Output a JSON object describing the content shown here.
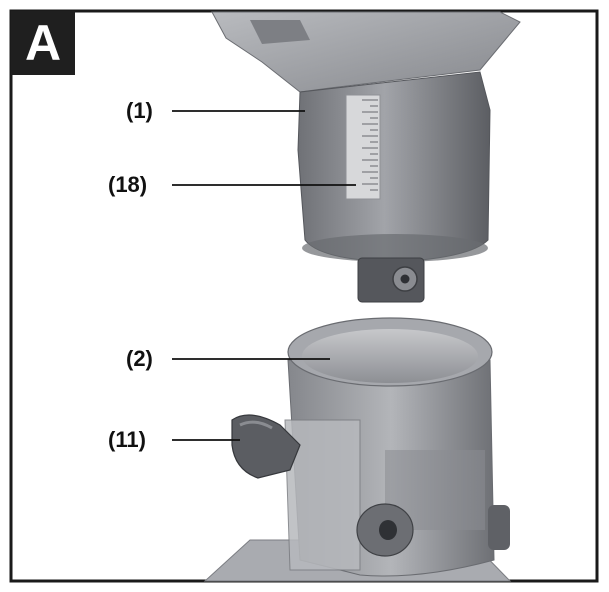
{
  "figure": {
    "panel_letter": "A",
    "callouts": [
      {
        "label": "(1)",
        "target": "router-motor-housing"
      },
      {
        "label": "(18)",
        "target": "depth-scale"
      },
      {
        "label": "(2)",
        "target": "router-base"
      },
      {
        "label": "(11)",
        "target": "clamping-lever"
      }
    ]
  },
  "colors": {
    "frame": "#1a1a1a",
    "letter_box": "#1f1f1f",
    "housing": "#8e9095",
    "base": "#9a9ca1",
    "scale": "#d7d8da"
  }
}
